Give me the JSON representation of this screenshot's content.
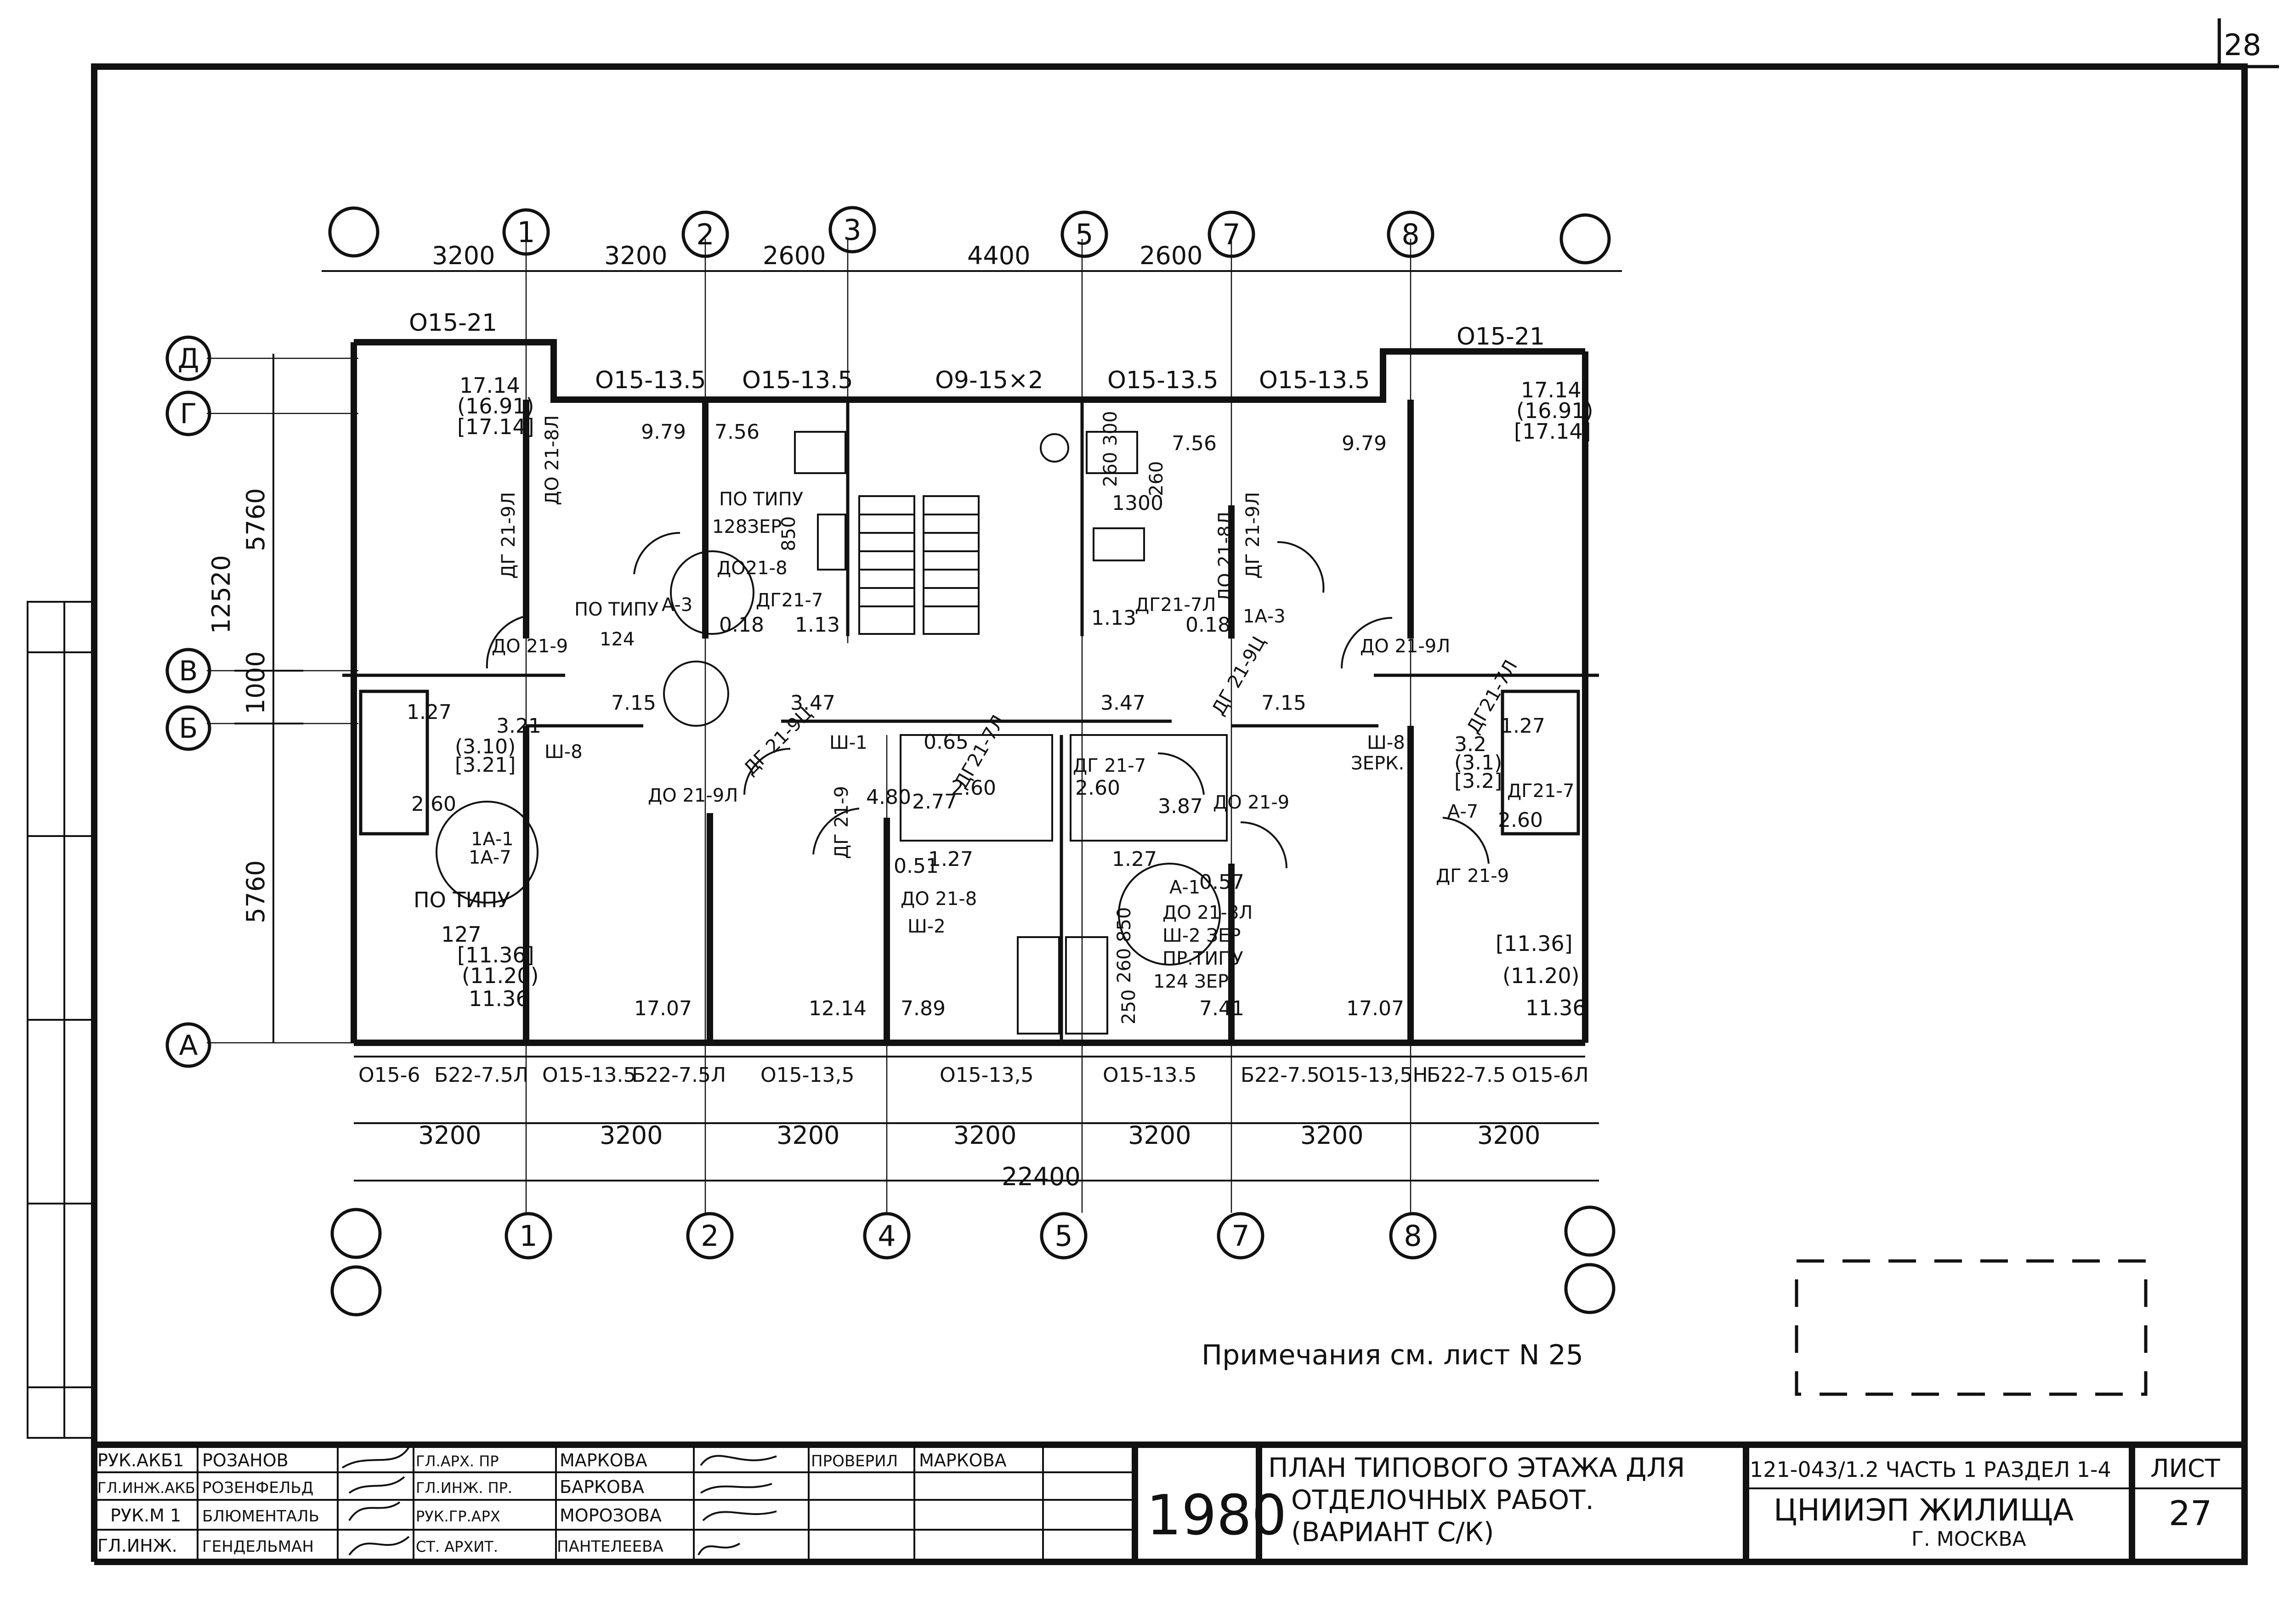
{
  "sheet_number": "28",
  "axes_top": [
    {
      "id": "ax-top-1",
      "label": "1"
    },
    {
      "id": "ax-top-2",
      "label": "2"
    },
    {
      "id": "ax-top-3",
      "label": "3"
    },
    {
      "id": "ax-top-5",
      "label": "5"
    },
    {
      "id": "ax-top-7",
      "label": "7"
    },
    {
      "id": "ax-top-8",
      "label": "8"
    }
  ],
  "axes_bottom": [
    {
      "id": "ax-bot-1",
      "label": "1"
    },
    {
      "id": "ax-bot-2",
      "label": "2"
    },
    {
      "id": "ax-bot-4",
      "label": "4"
    },
    {
      "id": "ax-bot-5",
      "label": "5"
    },
    {
      "id": "ax-bot-7",
      "label": "7"
    },
    {
      "id": "ax-bot-8",
      "label": "8"
    }
  ],
  "axes_left": [
    {
      "id": "ax-left-d",
      "label": "Д"
    },
    {
      "id": "ax-left-g",
      "label": "Г"
    },
    {
      "id": "ax-left-v",
      "label": "В"
    },
    {
      "id": "ax-left-b",
      "label": "Б"
    },
    {
      "id": "ax-left-a",
      "label": "А"
    }
  ],
  "dims_top": [
    "3200",
    "3200",
    "2600",
    "4400",
    "2600"
  ],
  "dims_bottom": [
    "3200",
    "3200",
    "3200",
    "3200",
    "3200",
    "3200",
    "3200"
  ],
  "dim_total_bottom": "22400",
  "dims_left": {
    "total": "12520",
    "upper": "5760",
    "middle": "1000",
    "lower": "5760"
  },
  "windows_top": [
    "О15-21",
    "О15-13.5",
    "О15-13.5",
    "О9-15×2",
    "О15-13.5",
    "О15-13.5",
    "О15-21"
  ],
  "windows_bottom": [
    "О15-6",
    "Б22-7.5Л",
    "О15-13.5",
    "Б22-7.5Л",
    "О15-13,5",
    "О15-13,5",
    "О15-13.5",
    "Б22-7.5",
    "О15-13,5Н",
    "Б22-7.5",
    "О15-6Л"
  ],
  "doors": [
    "ДО 21-9",
    "ДО 21-9Л",
    "ДО 21-9Л",
    "ДО 21-9",
    "ДО 21-8",
    "ДО 21-8Л",
    "ДГ 21-9",
    "ДГ 21-9",
    "ДГ 21-9Л",
    "ДГ 21-9Ц",
    "ДГ 21-9Ц",
    "ДГ 21-9Л",
    "ДГ21-7",
    "ДГ21-7Л",
    "ДО 21-8Л",
    "ДО21-8",
    "ДО 21-8Л",
    "ДГ 21-7",
    "ДГ21-7Л",
    "ДГ21-7",
    "ДГ21-7Л"
  ],
  "rooms": {
    "left_top": [
      "17.14",
      "(16.91)",
      "[17.14]"
    ],
    "right_top": [
      "17.14",
      "(16.91)",
      "[17.14]"
    ],
    "left_bottom": [
      "ПО ТИПУ",
      "127",
      "[11.36]",
      "(11.20)",
      "11.36"
    ],
    "right_bottom": [
      "[11.36]",
      "(11.20)",
      "11.36"
    ],
    "small_values": [
      "9.79",
      "7.56",
      "7.56",
      "9.79",
      "1.13",
      "0.18",
      "1.13",
      "0.18",
      "7.15",
      "7.15",
      "3.47",
      "3.47",
      "0.65",
      "4.80",
      "2.77",
      "2.60",
      "2.60",
      "3.87",
      "1.27",
      "1.27",
      "1.27",
      "1.27",
      "0.57",
      "0.51",
      "17.07",
      "12.14",
      "7.89",
      "7.41",
      "17.07",
      "3.21",
      "(3.10)",
      "[3.21]",
      "2.60",
      "3.2",
      "(3.1)",
      "[3.2]",
      "2.60",
      "1300"
    ],
    "labels": [
      "ПО ТИПУ",
      "128ЗЕР",
      "ПО ТИПУ",
      "124",
      "А-3",
      "1А-3",
      "Ш-8",
      "Ш-8",
      "ЗЕРК.",
      "Ш-1",
      "Ш-2",
      "Ш-2 ЗЕР",
      "ПР.ТИПУ",
      "124 ЗЕР.",
      "1А-1",
      "А-1",
      "А-7",
      "1А-7",
      "260",
      "260 300",
      "850",
      "250",
      "260 850"
    ]
  },
  "note": "Примечания см. лист N 25",
  "stamp": {
    "rows": [
      {
        "role": "РУК.АКБ1",
        "name": "РОЗАНОВ",
        "role2": "ГЛ.АРХ. ПР",
        "name2": "МАРКОВА",
        "role3": "ПРОВЕРИЛ",
        "name3": "МАРКОВА"
      },
      {
        "role": "ГЛ.ИНЖ.АКБ",
        "name": "РОЗЕНФЕЛЬД",
        "role2": "ГЛ.ИНЖ. ПР.",
        "name2": "БАРКОВА"
      },
      {
        "role": "РУК.М 1",
        "name": "БЛЮМЕНТАЛЬ",
        "role2": "РУК.ГР.АРХ",
        "name2": "МОРОЗОВА"
      },
      {
        "role": "ГЛ.ИНЖ.",
        "name": "ГЕНДЕЛЬМАН",
        "role2": "СТ. АРХИТ.",
        "name2": "ПАНТЕЛЕЕВА"
      }
    ],
    "year": "1980",
    "title_lines": [
      "ПЛАН ТИПОВОГО ЭТАЖА ДЛЯ",
      "ОТДЕЛОЧНЫХ РАБОТ.",
      "(ВАРИАНТ С/К)"
    ],
    "doc_code": "121-043/1.2 ЧАСТЬ 1 РАЗДЕЛ 1-4",
    "org": "ЦНИИЭП ЖИЛИЩА",
    "city": "Г. МОСКВА",
    "sheet_label": "ЛИСТ",
    "sheet_value": "27"
  }
}
